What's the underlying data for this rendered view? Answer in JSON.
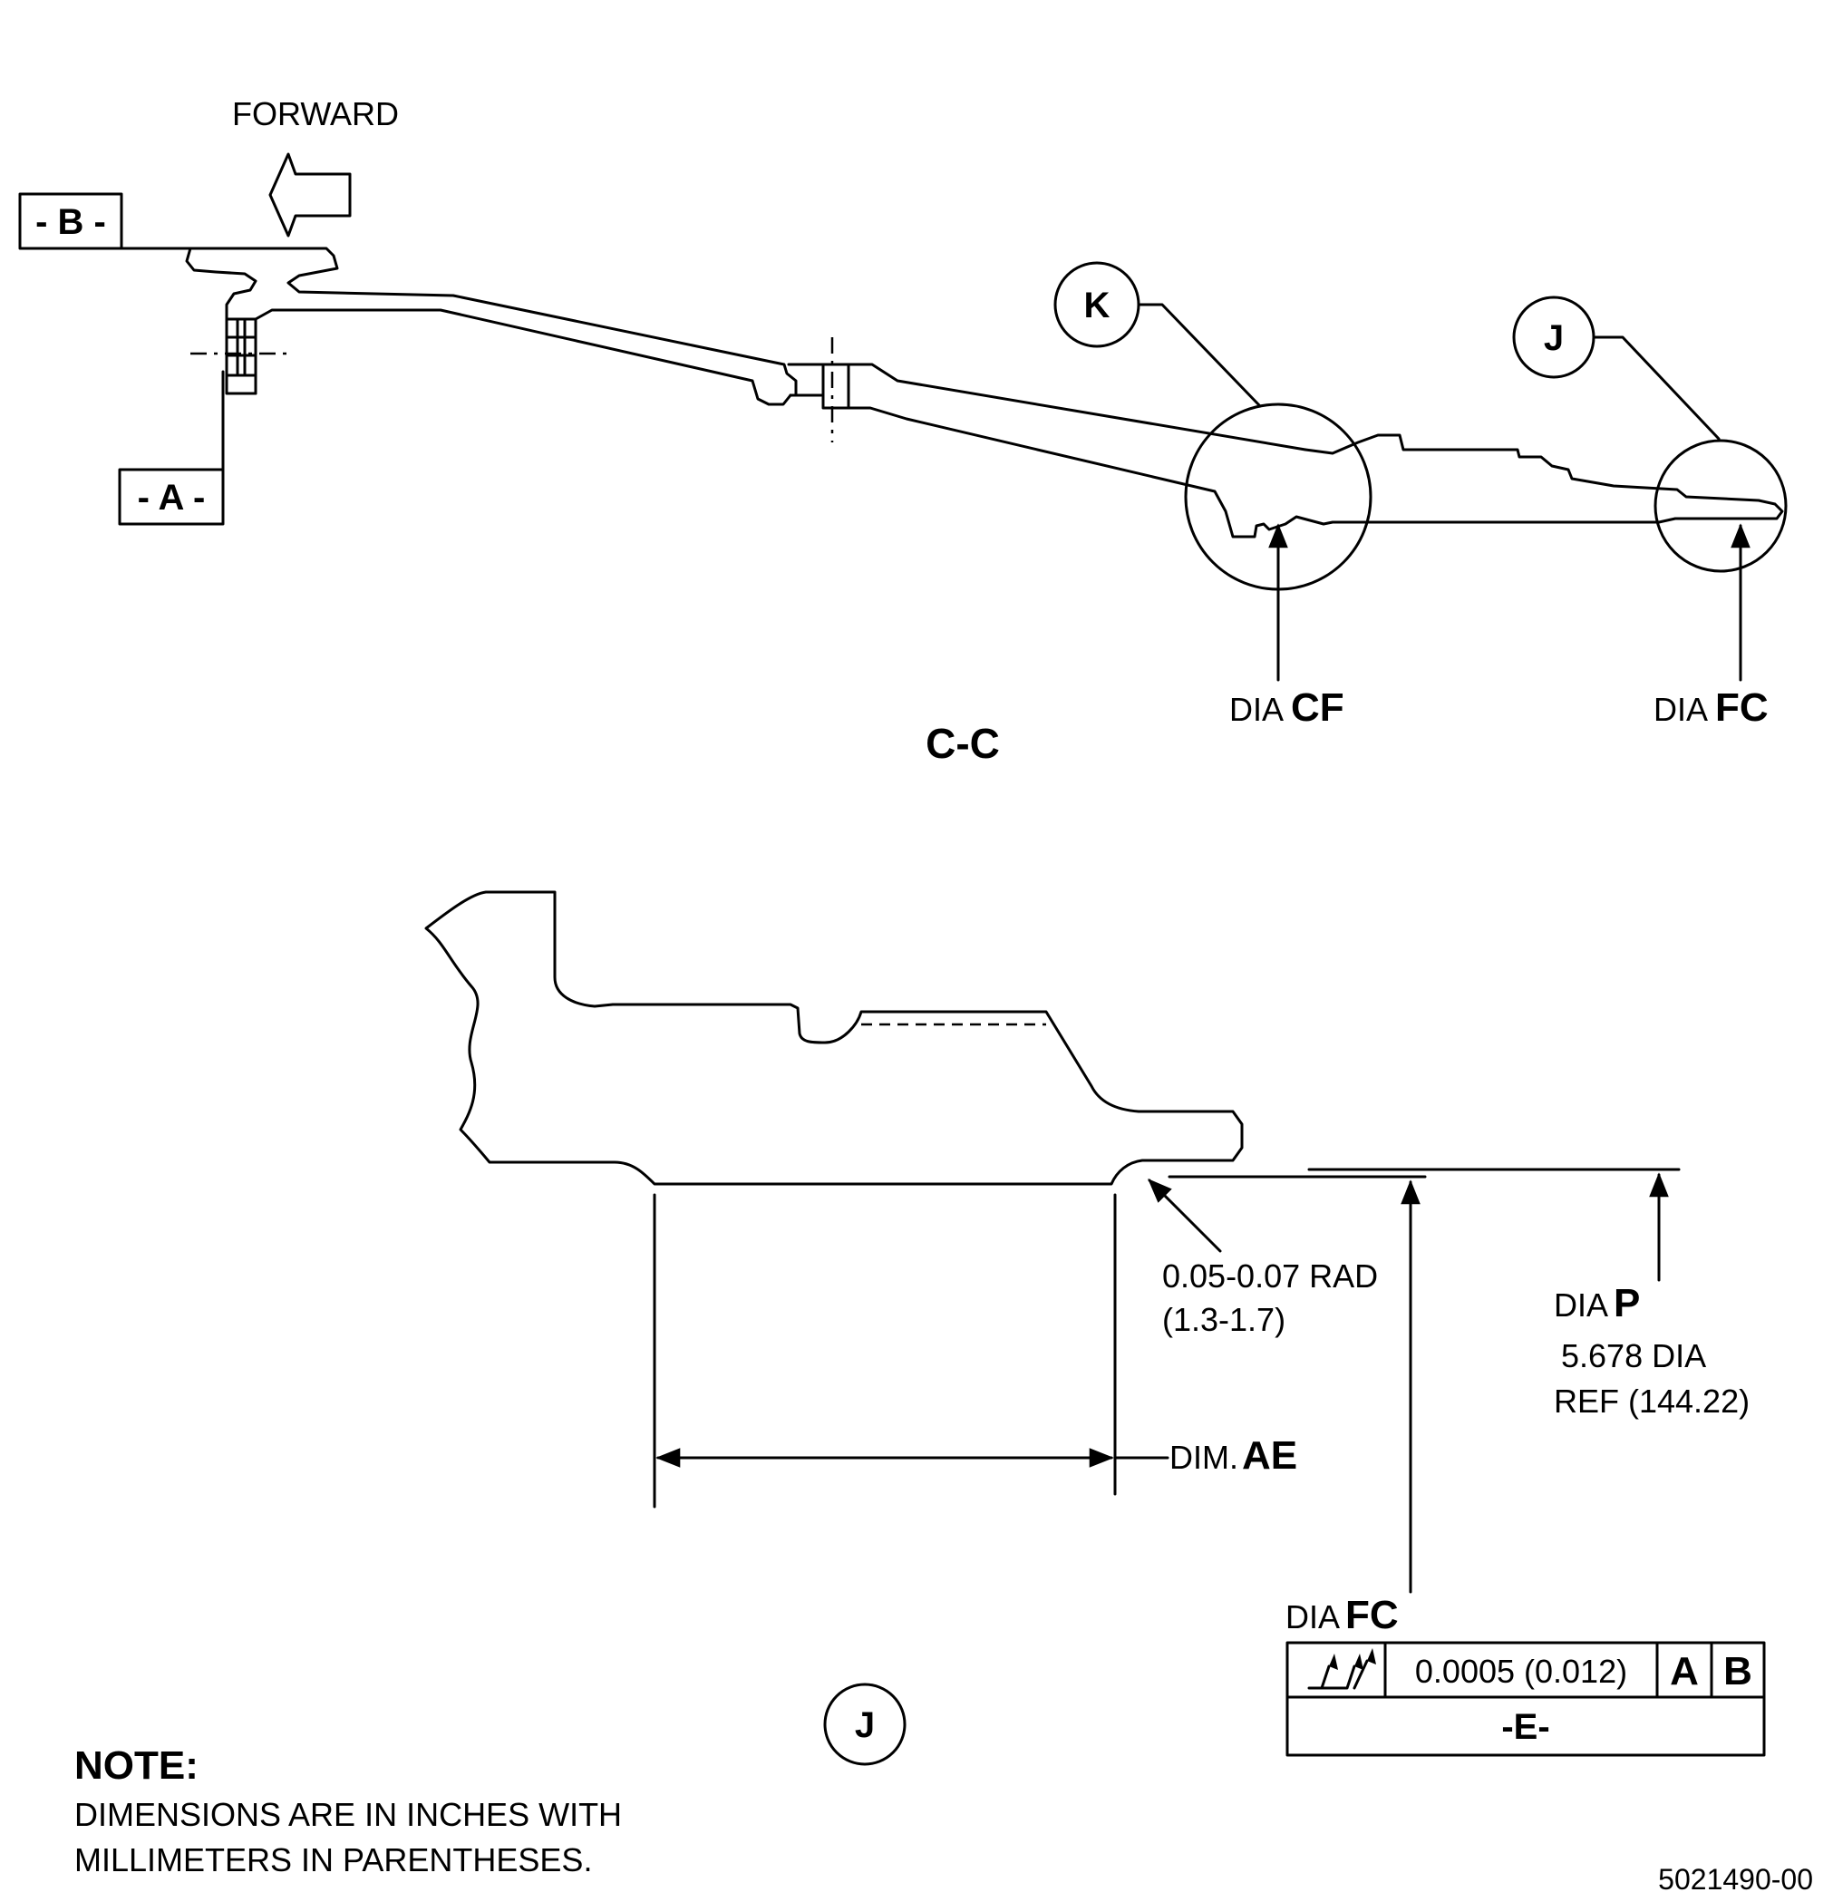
{
  "section_view": {
    "forward_label": "FORWARD",
    "datum_b": "- B -",
    "datum_a": "- A -",
    "detail_k": "K",
    "detail_j": "J",
    "dia_cf_prefix": "DIA",
    "dia_cf_letter": "CF",
    "dia_fc_prefix": "DIA",
    "dia_fc_letter": "FC",
    "section_title": "C-C"
  },
  "detail_view": {
    "radius_line1": "0.05-0.07 RAD",
    "radius_line2": "(1.3-1.7)",
    "dia_p_prefix": "DIA",
    "dia_p_letter": "P",
    "dia_p_value": "5.678 DIA",
    "dia_p_ref": "REF (144.22)",
    "dim_prefix": "DIM.",
    "dim_letter": "AE",
    "dia_fc_prefix": "DIA",
    "dia_fc_letter": "FC",
    "tolerance": "0.0005 (0.012)",
    "datum_ref_a": "A",
    "datum_ref_b": "B",
    "datum_e": "-E-",
    "detail_label": "J"
  },
  "note": {
    "heading": "NOTE:",
    "line1": "DIMENSIONS ARE IN INCHES WITH",
    "line2": "MILLIMETERS IN PARENTHESES."
  },
  "drawing_number": "5021490-00"
}
